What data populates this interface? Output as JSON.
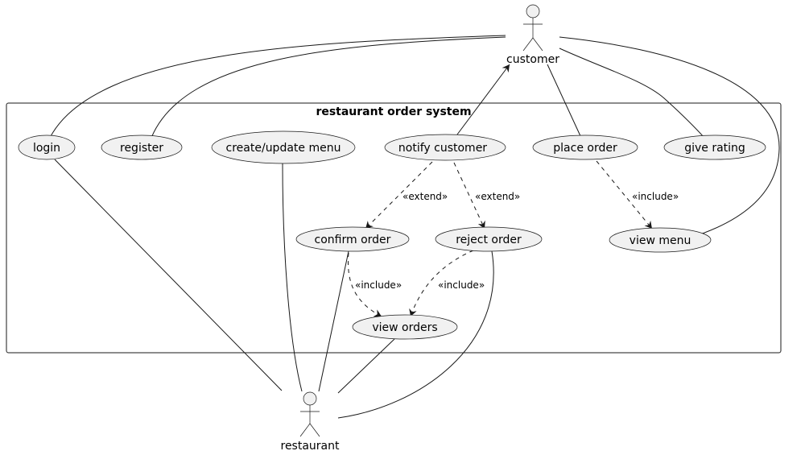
{
  "system": {
    "title": "restaurant order system"
  },
  "actors": {
    "customer": "customer",
    "restaurant": "restaurant"
  },
  "usecases": {
    "login": "login",
    "register": "register",
    "create_update_menu": "create/update menu",
    "notify_customer": "notify customer",
    "place_order": "place order",
    "give_rating": "give rating",
    "confirm_order": "confirm order",
    "reject_order": "reject order",
    "view_menu": "view menu",
    "view_orders": "view orders"
  },
  "relations": {
    "extend": "«extend»",
    "include": "«include»"
  }
}
